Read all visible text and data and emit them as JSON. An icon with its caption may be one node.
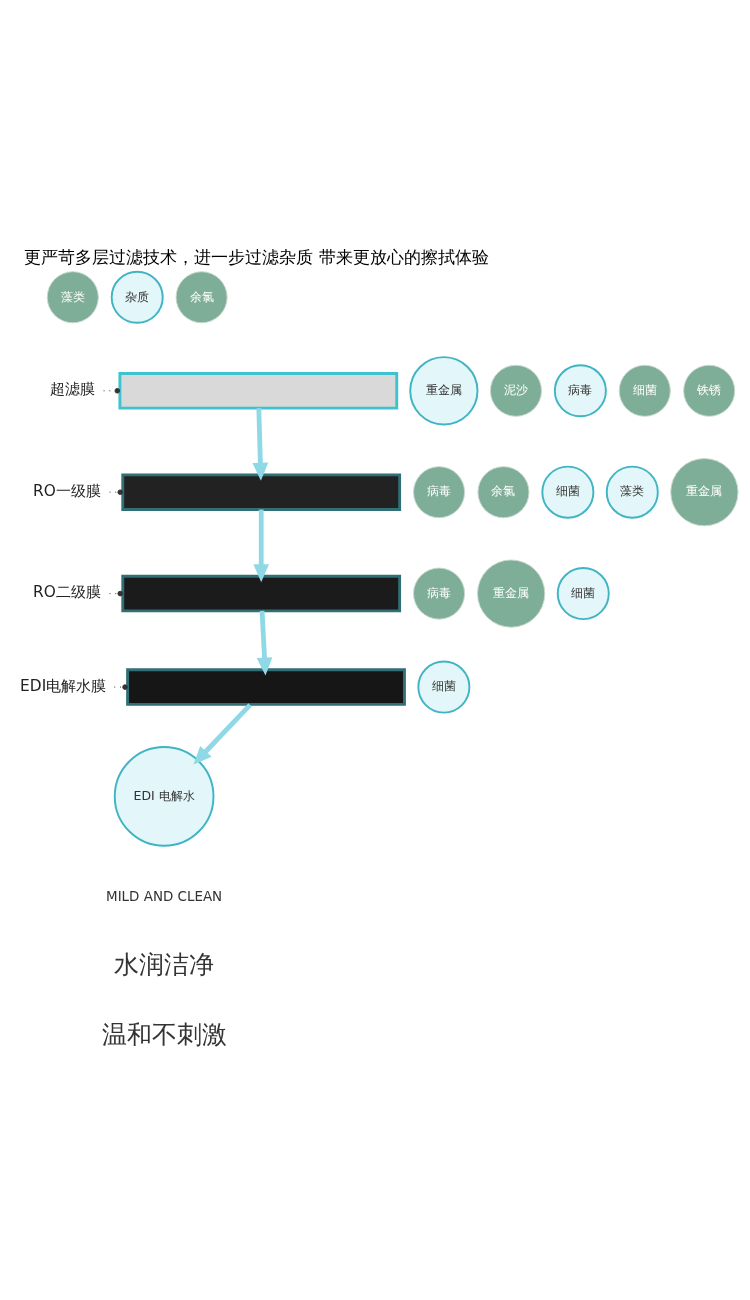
{
  "diagram": {
    "title": "更严苛多层过滤技术，进一步过滤杂质 带来更放心的擦拭体验",
    "nodes": [
      {
        "text": [
          "超滤膜"
        ]
      },
      {
        "text": [],
        "shape": "box"
      },
      {
        "text": [
          "RO一级膜"
        ]
      },
      {
        "text": [],
        "shape": "box"
      },
      {
        "text": [
          "RO二级膜"
        ]
      },
      {
        "text": [],
        "shape": "box"
      },
      {
        "text": [
          "EDI电解水膜"
        ]
      },
      {
        "text": [],
        "shape": "box"
      },
      {
        "text": [
          "EDI 电解水"
        ]
      },
      {
        "text": [
          "藻类"
        ]
      },
      {
        "text": [
          "杂质"
        ]
      },
      {
        "text": [
          "余氯"
        ]
      },
      {
        "text": [
          "重金属"
        ]
      },
      {
        "text": [
          "泥沙"
        ]
      },
      {
        "text": [
          "病毒"
        ]
      },
      {
        "text": [
          "细菌"
        ]
      },
      {
        "text": [
          "铁锈"
        ]
      },
      {
        "text": [
          "病毒"
        ]
      },
      {
        "text": [
          "余氯"
        ]
      },
      {
        "text": [
          "细菌"
        ]
      },
      {
        "text": [
          "藻类"
        ]
      },
      {
        "text": [
          "重金属"
        ]
      },
      {
        "text": [
          "病毒"
        ]
      },
      {
        "text": [
          "重金属"
        ]
      },
      {
        "text": [
          "细菌"
        ]
      },
      {
        "text": [
          "细菌"
        ]
      }
    ],
    "edges": [
      {
        "from": 0,
        "to": 1,
        "arrow": "other",
        "style": "dashed"
      },
      {
        "from": 2,
        "to": 3,
        "arrow": "other",
        "style": "dashed"
      },
      {
        "from": 4,
        "to": 5,
        "arrow": "other",
        "style": "dashed"
      },
      {
        "from": 6,
        "to": 7,
        "arrow": "other",
        "style": "dashed"
      },
      {
        "from": 1,
        "to": 3,
        "arrow": "to",
        "style": "thick",
        "color": "#8fd8e6"
      },
      {
        "from": 3,
        "to": 5,
        "arrow": "to",
        "style": "thick",
        "color": "#8fd8e6"
      },
      {
        "from": 5,
        "to": 7,
        "arrow": "to",
        "style": "thick",
        "color": "#8fd8e6"
      },
      {
        "from": 7,
        "to": 8,
        "arrow": "to",
        "style": "thick",
        "color": "#8fd8e6"
      }
    ],
    "labels": [
      "MILD AND CLEAN",
      "水润洁净",
      "温和不刺激"
    ]
  }
}
